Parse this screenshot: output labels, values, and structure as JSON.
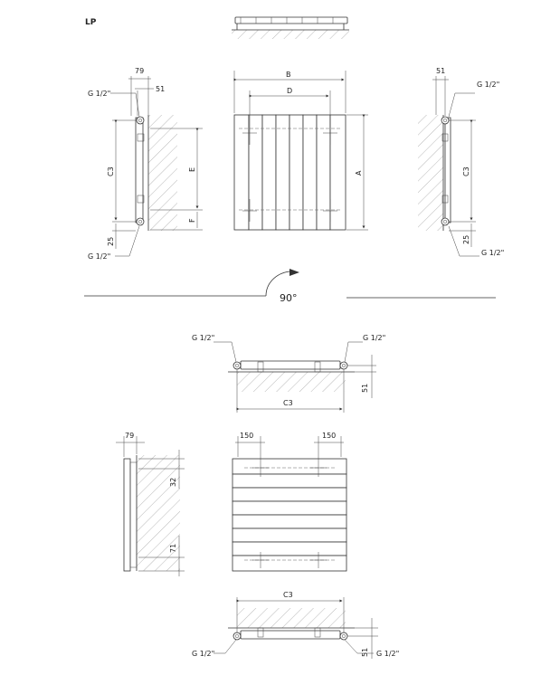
{
  "title": "LP",
  "labels": {
    "B": "B",
    "D": "D",
    "A": "A",
    "E": "E",
    "F": "F",
    "C3": "C3",
    "conn": "G 1/2\"",
    "d79": "79",
    "d51": "51",
    "d25": "25",
    "rotation": "90°",
    "d150": "150",
    "d32": "32",
    "d71": "71"
  }
}
